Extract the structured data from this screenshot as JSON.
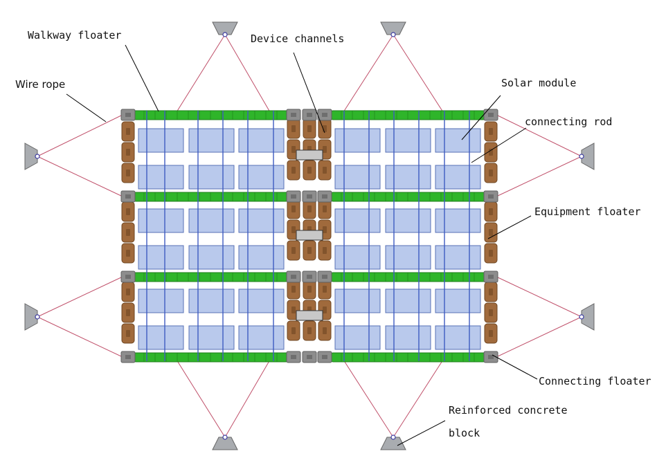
{
  "labels": {
    "walkway_floater": "Walkway floater",
    "device_channels": "Device channels",
    "wire_rope": "Wire rope",
    "solar_module": "Solar module",
    "connecting_rod": "connecting rod",
    "equipment_floater": "Equipment floater",
    "connecting_floater": "Connecting floater",
    "reinforced_concrete_line1": "Reinforced concrete",
    "reinforced_concrete_line2": "block"
  },
  "colors": {
    "walkway_green": "#2fb52a",
    "walkway_green_dark": "#1c7e18",
    "equipment_brown": "#a06a3c",
    "equipment_brown_dark": "#6e4622",
    "connecting_grey": "#8d8d8d",
    "solar_fill": "#b9c9ec",
    "solar_stroke": "#5871b6",
    "rod_blue": "#3e5bc0",
    "rope_red": "#c0506a",
    "anchor_grey": "#a9acb0",
    "device_grey": "#c8c8c8"
  },
  "icons": {
    "anchor": "reinforced-concrete-block-icon",
    "equipment": "equipment-floater-icon",
    "connector": "connecting-floater-icon"
  }
}
